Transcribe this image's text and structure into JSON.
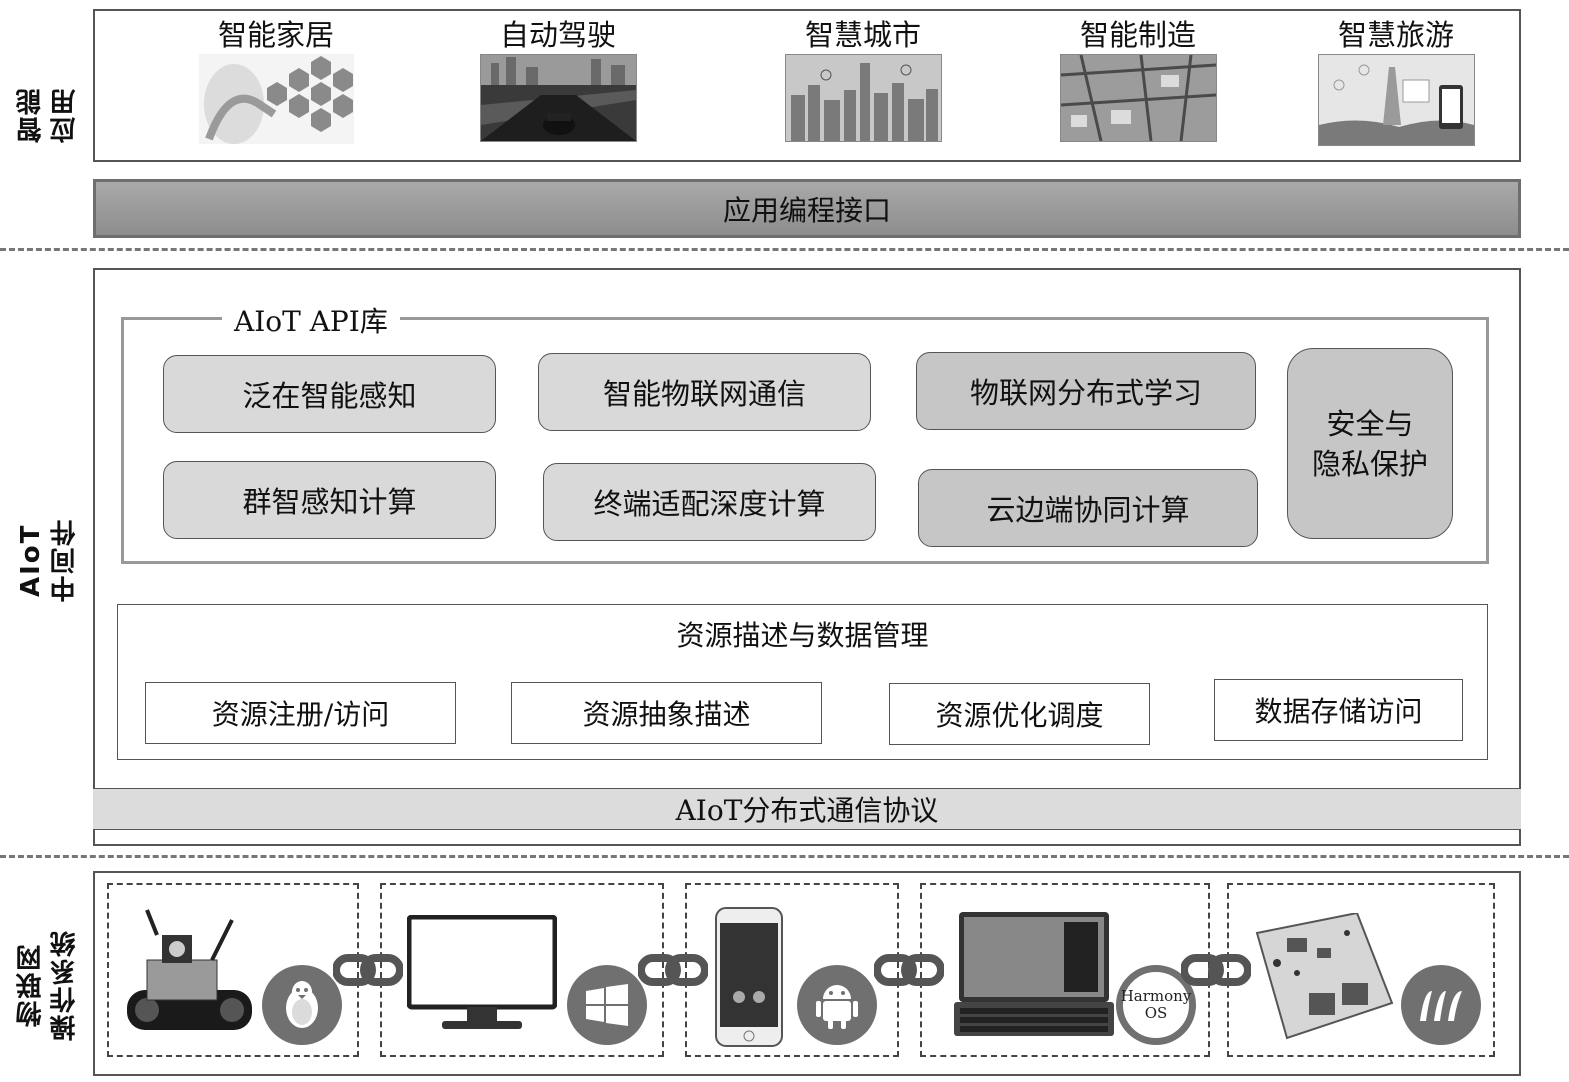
{
  "sections": {
    "apps_label": "智能\n应用",
    "middleware_label": "AIoT\n中间件",
    "os_label": "物联网\n操作系统"
  },
  "apps": [
    {
      "title": "智能家居"
    },
    {
      "title": "自动驾驶"
    },
    {
      "title": "智慧城市"
    },
    {
      "title": "智能制造"
    },
    {
      "title": "智慧旅游"
    }
  ],
  "api_bar": "应用编程接口",
  "api_library": {
    "title": "AIoT API库",
    "modules": [
      "泛在智能感知",
      "智能物联网通信",
      "物联网分布式学习",
      "群智感知计算",
      "终端适配深度计算",
      "云边端协同计算"
    ],
    "security": "安全与\n隐私保护"
  },
  "resource": {
    "title": "资源描述与数据管理",
    "items": [
      "资源注册/访问",
      "资源抽象描述",
      "资源优化调度",
      "数据存储访问"
    ]
  },
  "protocol_bar": "AIoT分布式通信协议",
  "os_devices": [
    {
      "device": "robot-car",
      "os_icon": "linux-tux-icon"
    },
    {
      "device": "monitor",
      "os_icon": "windows-icon"
    },
    {
      "device": "smartphone",
      "os_icon": "android-icon"
    },
    {
      "device": "tablet-keyboard",
      "os_icon": "harmonyos-icon",
      "os_text": "Harmony\nOS"
    },
    {
      "device": "circuit-board",
      "os_icon": "rtos-icon"
    }
  ],
  "colors": {
    "module_light": "#d9d9d9",
    "module_dark": "#c6c6c6",
    "bar_grey": "#9a9a9a",
    "protocol_bar": "#dcdcdc",
    "badge": "#707070"
  }
}
